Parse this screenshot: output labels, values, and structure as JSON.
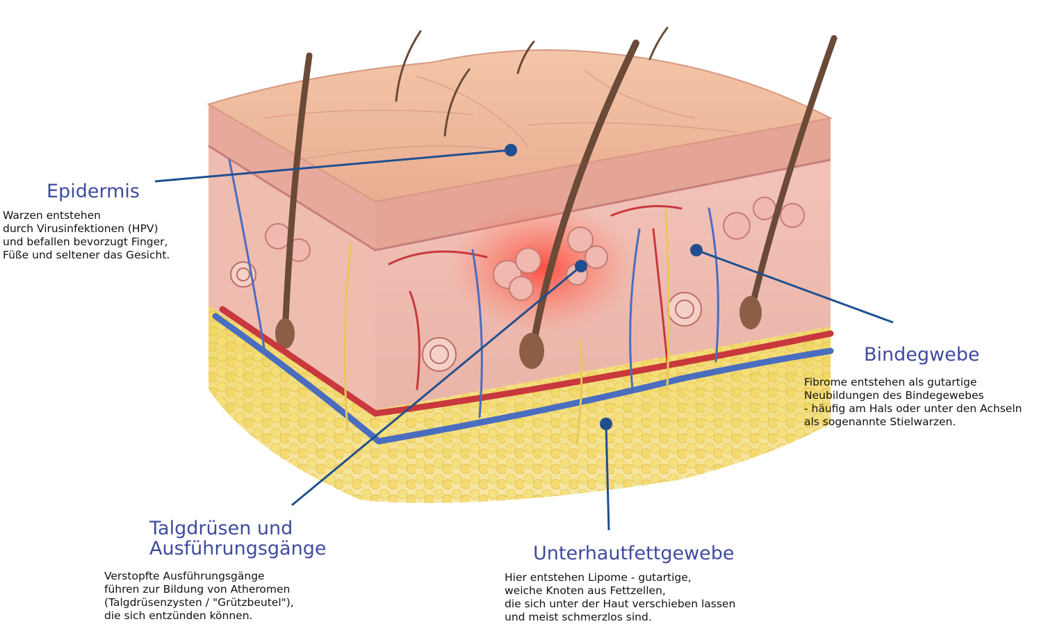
{
  "colors": {
    "title": "#3f4a9f",
    "pointer": "#1f4f8f",
    "text": "#111111"
  },
  "labels": {
    "epidermis": {
      "title": "Epidermis",
      "text": "Warzen entstehen\ndurch Virusinfektionen (HPV)\nund befallen bevorzugt Finger,\nFüße und seltener das Gesicht."
    },
    "bindegewebe": {
      "title": "Bindegwebe",
      "text": "Fibrome entstehen als gutartige\nNeubildungen des Bindegewebes\n - häufig am Hals oder unter den Achseln\nals sogenannte Stielwarzen."
    },
    "talgdruesen": {
      "title_line1": "Talgdrüsen und",
      "title_line2": "Ausführungsgänge",
      "text": "Verstopfte Ausführungsgänge\nführen zur Bildung von Atheromen\n(Talgdrüsenzysten / \"Grützbeutel\"),\ndie sich entzünden können."
    },
    "unterhaut": {
      "title": "Unterhautfettgewebe",
      "text": "Hier entstehen Lipome - gutartige,\nweiche Knoten aus Fettzellen,\ndie sich unter der Haut verschieben lassen\nund meist schmerzlos sind."
    }
  }
}
